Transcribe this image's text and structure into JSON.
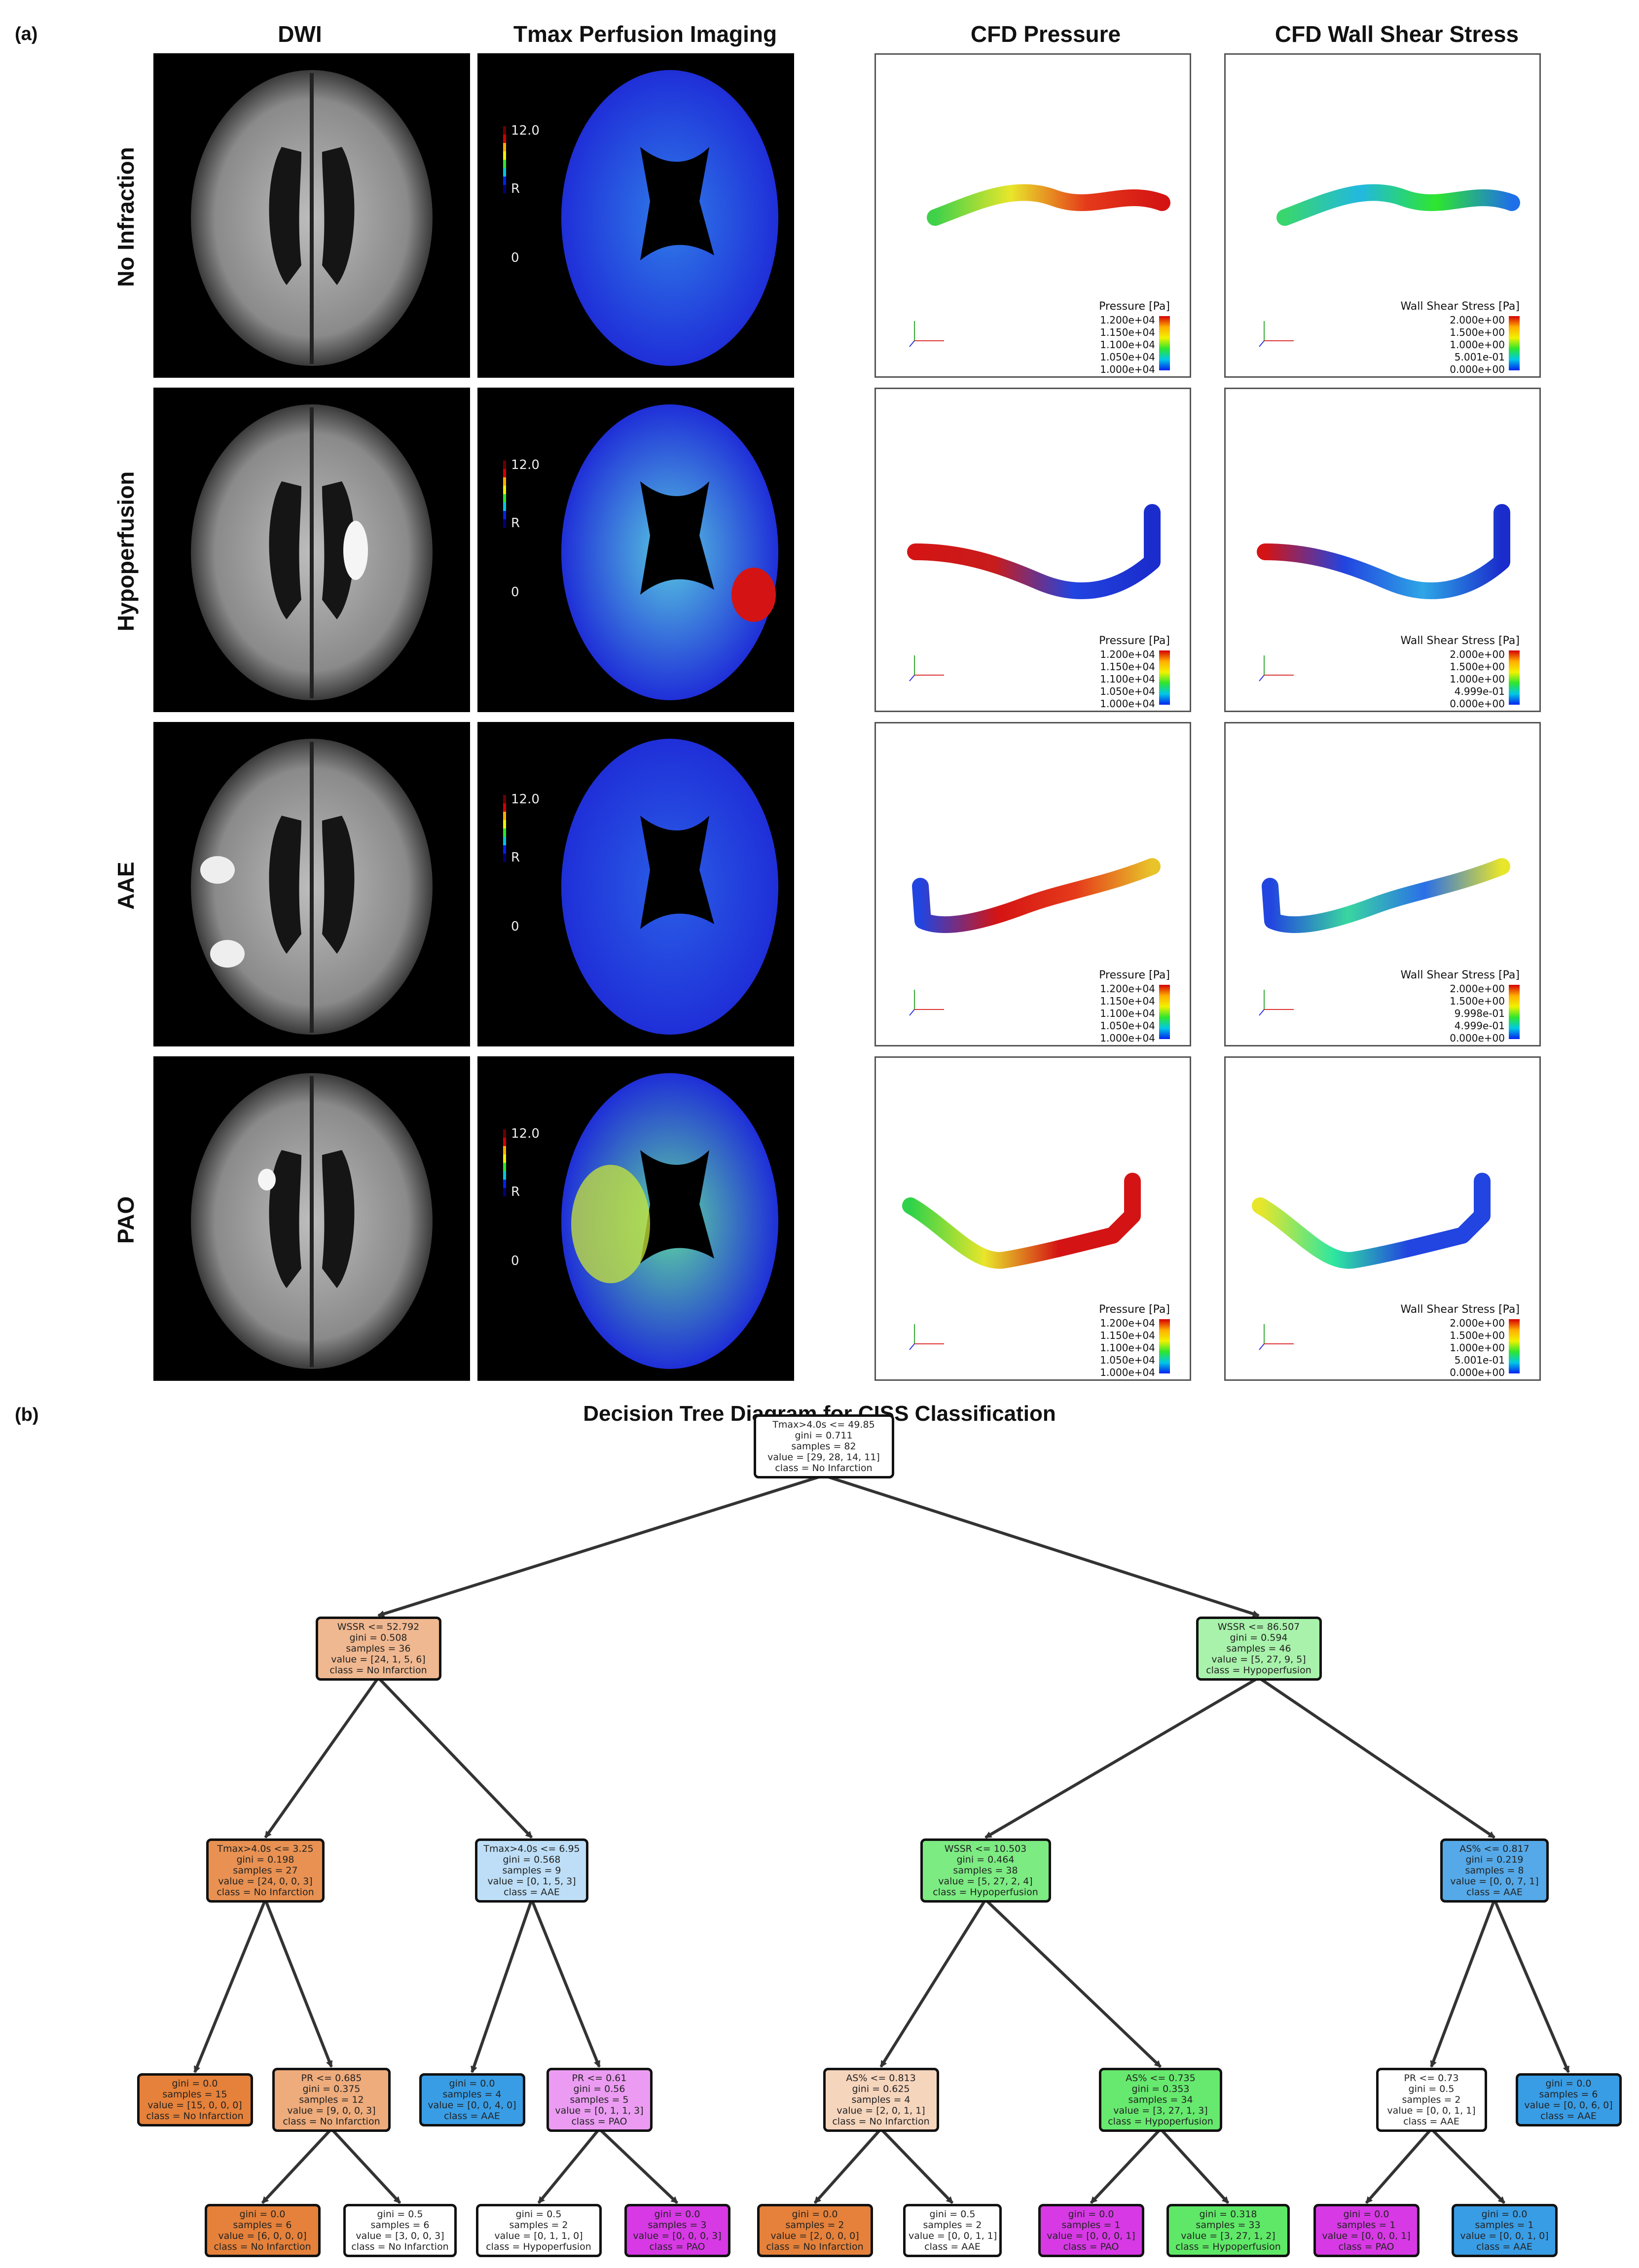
{
  "figure": {
    "panel_a_label": "(a)",
    "panel_b_label": "(b)",
    "columns": [
      "DWI",
      "Tmax Perfusion Imaging",
      "CFD Pressure",
      "CFD Wall Shear Stress"
    ],
    "rows": [
      "No Infraction",
      "Hypoperfusion",
      "AAE",
      "PAO"
    ],
    "tmax_colorbar": {
      "top": "12.0",
      "mid": "R",
      "bottom": "0"
    },
    "pressure_legend": {
      "title": "Pressure [Pa]",
      "values": [
        "1.200e+04",
        "1.150e+04",
        "1.100e+04",
        "1.050e+04",
        "1.000e+04"
      ]
    },
    "wss_legend": {
      "title": "Wall Shear Stress [Pa]",
      "values_by_row": [
        [
          "2.000e+00",
          "1.500e+00",
          "1.000e+00",
          "5.001e-01",
          "0.000e+00"
        ],
        [
          "2.000e+00",
          "1.500e+00",
          "1.000e+00",
          "4.999e-01",
          "0.000e+00"
        ],
        [
          "2.000e+00",
          "1.500e+00",
          "9.998e-01",
          "4.999e-01",
          "0.000e+00"
        ],
        [
          "2.000e+00",
          "1.500e+00",
          "1.000e+00",
          "5.001e-01",
          "0.000e+00"
        ]
      ]
    }
  },
  "tree": {
    "title": "Decision Tree Diagram for CISS Classification",
    "colors": {
      "No Infarction": "#e5813a",
      "Hypoperfusion": "#39e543",
      "AAE": "#399de5",
      "PAO": "#d739e5"
    },
    "nodes": [
      {
        "id": "root",
        "lines": [
          "Tmax>4.0s <= 49.85",
          "gini = 0.711",
          "samples = 82",
          "value = [29, 28, 14, 11]",
          "class = No Infarction"
        ],
        "fill": "#ffffff"
      },
      {
        "id": "n1",
        "lines": [
          "WSSR <= 52.792",
          "gini = 0.508",
          "samples = 36",
          "value = [24, 1, 5, 6]",
          "class = No Infarction"
        ],
        "fill": "#f0b890"
      },
      {
        "id": "n2",
        "lines": [
          "WSSR <= 86.507",
          "gini = 0.594",
          "samples = 46",
          "value = [5, 27, 9, 5]",
          "class = Hypoperfusion"
        ],
        "fill": "#a8f2ab"
      },
      {
        "id": "n3",
        "lines": [
          "Tmax>4.0s <= 3.25",
          "gini = 0.198",
          "samples = 27",
          "value = [24, 0, 0, 3]",
          "class = No Infarction"
        ],
        "fill": "#e89152"
      },
      {
        "id": "n4",
        "lines": [
          "Tmax>4.0s <= 6.95",
          "gini = 0.568",
          "samples = 9",
          "value = [0, 1, 5, 3]",
          "class = AAE"
        ],
        "fill": "#bddef6"
      },
      {
        "id": "n5",
        "lines": [
          "WSSR <= 10.503",
          "gini = 0.464",
          "samples = 38",
          "value = [5, 27, 2, 4]",
          "class = Hypoperfusion"
        ],
        "fill": "#7ceb82"
      },
      {
        "id": "n6",
        "lines": [
          "AS% <= 0.817",
          "gini = 0.219",
          "samples = 8",
          "value = [0, 0, 7, 1]",
          "class = AAE"
        ],
        "fill": "#55a9e8"
      },
      {
        "id": "n7",
        "lines": [
          "gini = 0.0",
          "samples = 15",
          "value = [15, 0, 0, 0]",
          "class = No Infarction"
        ],
        "fill": "#e5813a"
      },
      {
        "id": "n8",
        "lines": [
          "PR <= 0.685",
          "gini = 0.375",
          "samples = 12",
          "value = [9, 0, 0, 3]",
          "class = No Infarction"
        ],
        "fill": "#eeab7b"
      },
      {
        "id": "n9",
        "lines": [
          "gini = 0.0",
          "samples = 4",
          "value = [0, 0, 4, 0]",
          "class = AAE"
        ],
        "fill": "#399de5"
      },
      {
        "id": "n10",
        "lines": [
          "PR <= 0.61",
          "gini = 0.56",
          "samples = 5",
          "value = [0, 1, 1, 3]",
          "class = PAO"
        ],
        "fill": "#eb9cf2"
      },
      {
        "id": "n11",
        "lines": [
          "AS% <= 0.813",
          "gini = 0.625",
          "samples = 4",
          "value = [2, 0, 1, 1]",
          "class = No Infarction"
        ],
        "fill": "#f6d5bd"
      },
      {
        "id": "n12",
        "lines": [
          "AS% <= 0.735",
          "gini = 0.353",
          "samples = 34",
          "value = [3, 27, 1, 3]",
          "class = Hypoperfusion"
        ],
        "fill": "#66e96e"
      },
      {
        "id": "n13",
        "lines": [
          "PR <= 0.73",
          "gini = 0.5",
          "samples = 2",
          "value = [0, 0, 1, 1]",
          "class = AAE"
        ],
        "fill": "#ffffff"
      },
      {
        "id": "n14",
        "lines": [
          "gini = 0.0",
          "samples = 6",
          "value = [0, 0, 6, 0]",
          "class = AAE"
        ],
        "fill": "#399de5"
      },
      {
        "id": "n15",
        "lines": [
          "gini = 0.0",
          "samples = 6",
          "value = [6, 0, 0, 0]",
          "class = No Infarction"
        ],
        "fill": "#e5813a"
      },
      {
        "id": "n16",
        "lines": [
          "gini = 0.5",
          "samples = 6",
          "value = [3, 0, 0, 3]",
          "class = No Infarction"
        ],
        "fill": "#ffffff"
      },
      {
        "id": "n17",
        "lines": [
          "gini = 0.5",
          "samples = 2",
          "value = [0, 1, 1, 0]",
          "class = Hypoperfusion"
        ],
        "fill": "#ffffff"
      },
      {
        "id": "n18",
        "lines": [
          "gini = 0.0",
          "samples = 3",
          "value = [0, 0, 0, 3]",
          "class = PAO"
        ],
        "fill": "#d739e5"
      },
      {
        "id": "n19",
        "lines": [
          "gini = 0.0",
          "samples = 2",
          "value = [2, 0, 0, 0]",
          "class = No Infarction"
        ],
        "fill": "#e5813a"
      },
      {
        "id": "n20",
        "lines": [
          "gini = 0.5",
          "samples = 2",
          "value = [0, 0, 1, 1]",
          "class = AAE"
        ],
        "fill": "#ffffff"
      },
      {
        "id": "n21",
        "lines": [
          "gini = 0.0",
          "samples = 1",
          "value = [0, 0, 0, 1]",
          "class = PAO"
        ],
        "fill": "#d739e5"
      },
      {
        "id": "n22",
        "lines": [
          "gini = 0.318",
          "samples = 33",
          "value = [3, 27, 1, 2]",
          "class = Hypoperfusion"
        ],
        "fill": "#5fe867"
      },
      {
        "id": "n23",
        "lines": [
          "gini = 0.0",
          "samples = 1",
          "value = [0, 0, 0, 1]",
          "class = PAO"
        ],
        "fill": "#d739e5"
      },
      {
        "id": "n24",
        "lines": [
          "gini = 0.0",
          "samples = 1",
          "value = [0, 0, 1, 0]",
          "class = AAE"
        ],
        "fill": "#399de5"
      }
    ],
    "edges": [
      [
        "root",
        "n1"
      ],
      [
        "root",
        "n2"
      ],
      [
        "n1",
        "n3"
      ],
      [
        "n1",
        "n4"
      ],
      [
        "n2",
        "n5"
      ],
      [
        "n2",
        "n6"
      ],
      [
        "n3",
        "n7"
      ],
      [
        "n3",
        "n8"
      ],
      [
        "n4",
        "n9"
      ],
      [
        "n4",
        "n10"
      ],
      [
        "n5",
        "n11"
      ],
      [
        "n5",
        "n12"
      ],
      [
        "n6",
        "n13"
      ],
      [
        "n6",
        "n14"
      ],
      [
        "n8",
        "n15"
      ],
      [
        "n8",
        "n16"
      ],
      [
        "n10",
        "n17"
      ],
      [
        "n10",
        "n18"
      ],
      [
        "n11",
        "n19"
      ],
      [
        "n11",
        "n20"
      ],
      [
        "n12",
        "n21"
      ],
      [
        "n12",
        "n22"
      ],
      [
        "n13",
        "n23"
      ],
      [
        "n13",
        "n24"
      ]
    ]
  }
}
